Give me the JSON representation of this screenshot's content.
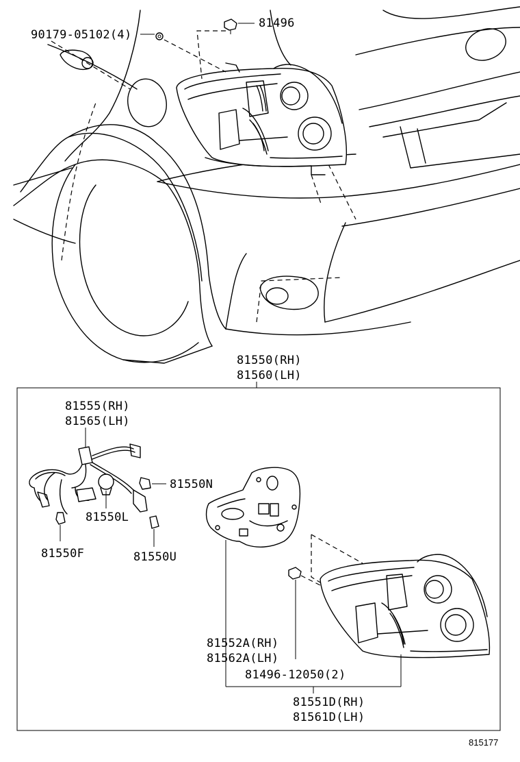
{
  "labels": {
    "bolt_upper": "90179-05102(4)",
    "clip_upper": "81496",
    "assy_rh": "81550(RH)",
    "assy_lh": "81560(LH)",
    "socket_rh": "81555(RH)",
    "socket_lh": "81565(LH)",
    "bulb_n": "81550N",
    "bulb_l": "81550L",
    "bulb_f": "81550F",
    "bulb_u": "81550U",
    "gasket_rh": "81552A(RH)",
    "gasket_lh": "81562A(LH)",
    "screw": "81496-12050(2)",
    "lens_rh": "81551D(RH)",
    "lens_lh": "81561D(LH)",
    "figure_id": "815177"
  }
}
